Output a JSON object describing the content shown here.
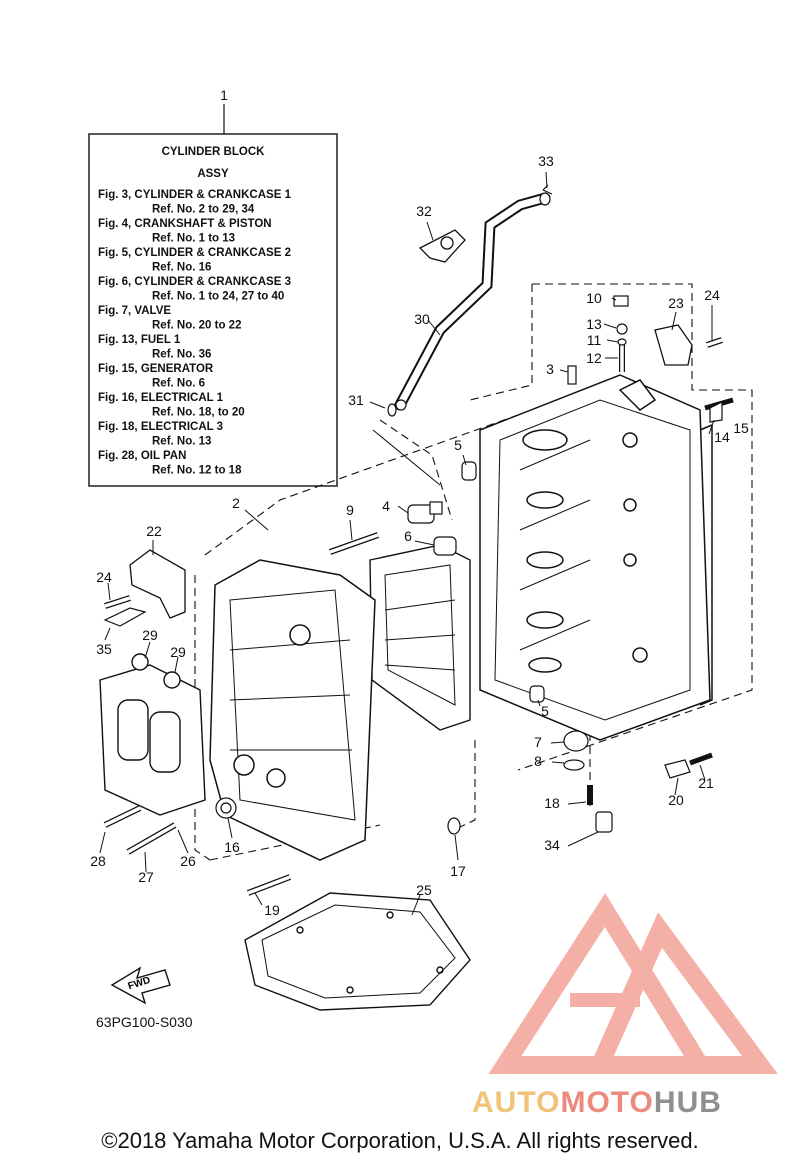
{
  "reference_box": {
    "callout": "1",
    "title_line1": "CYLINDER BLOCK",
    "title_line2": "ASSY",
    "lines": [
      "Fig. 3, CYLINDER & CRANKCASE 1",
      "Ref. No. 2 to 29, 34",
      "Fig. 4, CRANKSHAFT & PISTON",
      "Ref. No. 1 to 13",
      "Fig. 5, CYLINDER & CRANKCASE 2",
      "Ref. No. 16",
      "Fig. 6, CYLINDER & CRANKCASE 3",
      "Ref. No. 1 to 24, 27 to 40",
      "Fig. 7, VALVE",
      "Ref. No. 20 to 22",
      "Fig. 13, FUEL 1",
      "Ref. No. 36",
      "Fig. 15, GENERATOR",
      "Ref. No. 6",
      "Fig. 16, ELECTRICAL 1",
      "Ref. No. 18, to 20",
      "Fig. 18, ELECTRICAL 3",
      "Ref. No. 13",
      "Fig. 28, OIL PAN",
      "Ref. No. 12 to 18"
    ]
  },
  "callouts": [
    "2",
    "3",
    "4",
    "5",
    "5",
    "6",
    "7",
    "8",
    "9",
    "10",
    "11",
    "12",
    "13",
    "14",
    "15",
    "16",
    "17",
    "18",
    "19",
    "20",
    "21",
    "22",
    "23",
    "24",
    "24",
    "25",
    "26",
    "27",
    "28",
    "29",
    "29",
    "30",
    "31",
    "32",
    "33",
    "34",
    "35"
  ],
  "fwd_label": "FWD",
  "diagram_code": "63PG100-S030",
  "watermark": {
    "part1": "AUTO",
    "part2": "MOTO",
    "part3": "HUB"
  },
  "copyright": "©2018 Yamaha Motor Corporation, U.S.A. All rights reserved.",
  "colors": {
    "ink": "#111111",
    "watermark_red": "#ec8a7e",
    "watermark_gold": "#f0c27a",
    "watermark_gray": "#8f8f8f"
  }
}
